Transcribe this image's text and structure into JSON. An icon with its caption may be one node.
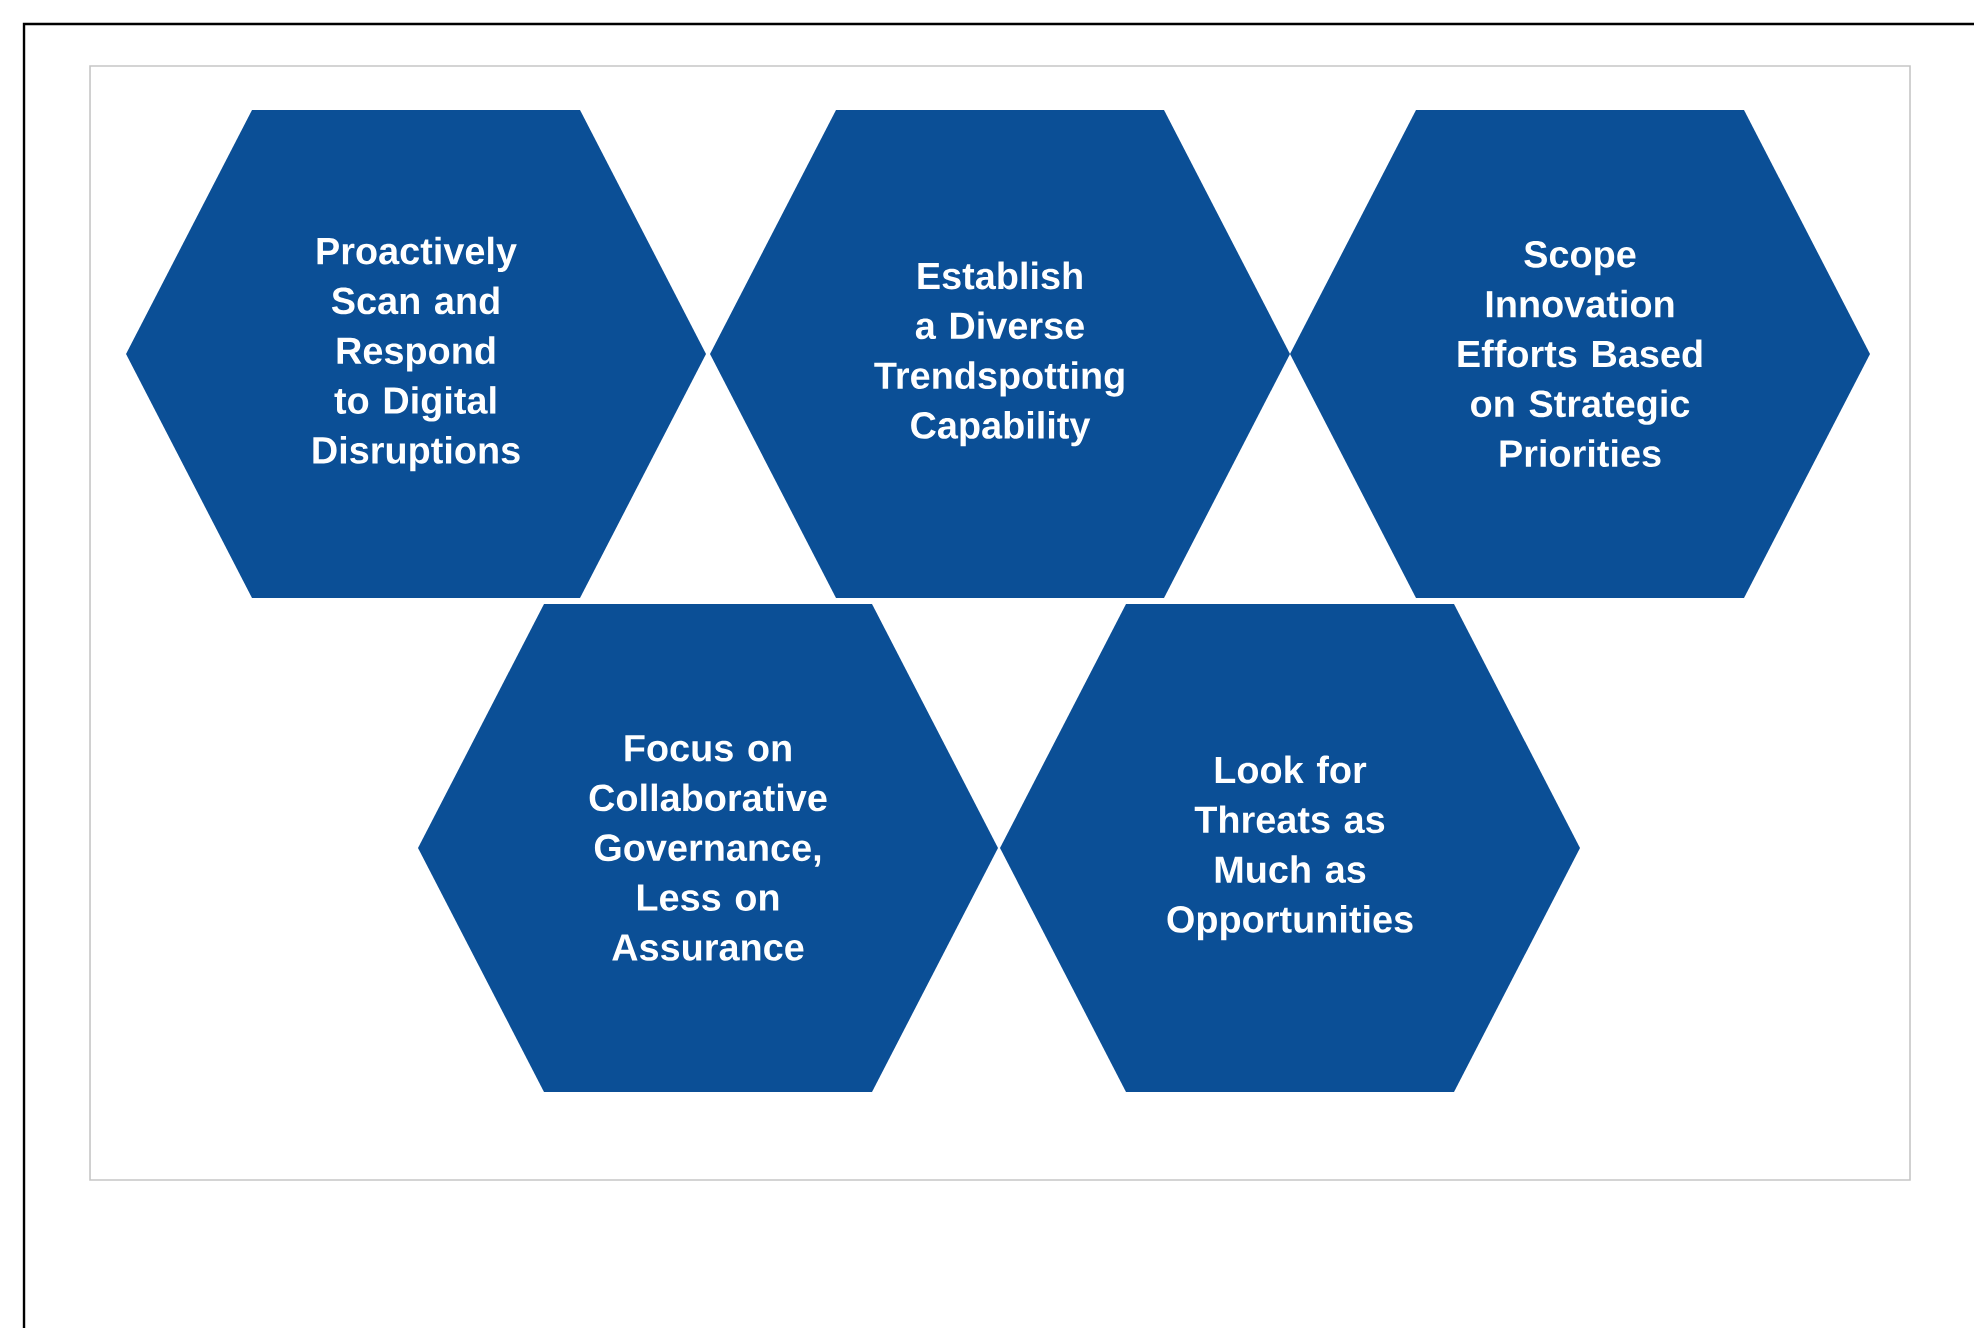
{
  "diagram": {
    "nodes": [
      {
        "text": [
          "Proactively Scan and Respond to Digital Disruptions"
        ]
      },
      {
        "text": [
          "Establish a Diverse Trendspotting Capability"
        ]
      },
      {
        "text": [
          "Scope Innovation Efforts Based on Strategic Priorities"
        ]
      },
      {
        "text": [
          "Focus on Collaborative Governance, Less on Assurance"
        ]
      },
      {
        "text": [
          "Look for Threats as Much as Opportunities"
        ]
      }
    ]
  }
}
